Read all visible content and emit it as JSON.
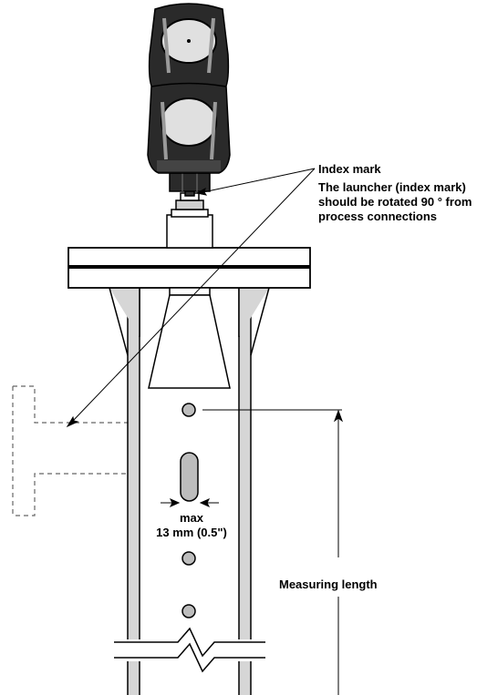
{
  "labels": {
    "index_mark": "Index mark",
    "launcher_note": "The launcher (index mark) should be rotated 90 ° from process connections",
    "max_word": "max",
    "max_value": "13 mm (0.5\")",
    "measuring_length": "Measuring length"
  },
  "colors": {
    "pipe_fill": "#d6d6d6",
    "line": "#000000",
    "housing": "#2a2a2a",
    "hole_fill": "#bdbdbd",
    "dashed": "#666666"
  },
  "icons": {
    "housing": "transmitter-housing-icon",
    "cone": "horn-antenna-icon",
    "break": "pipe-break-icon"
  }
}
